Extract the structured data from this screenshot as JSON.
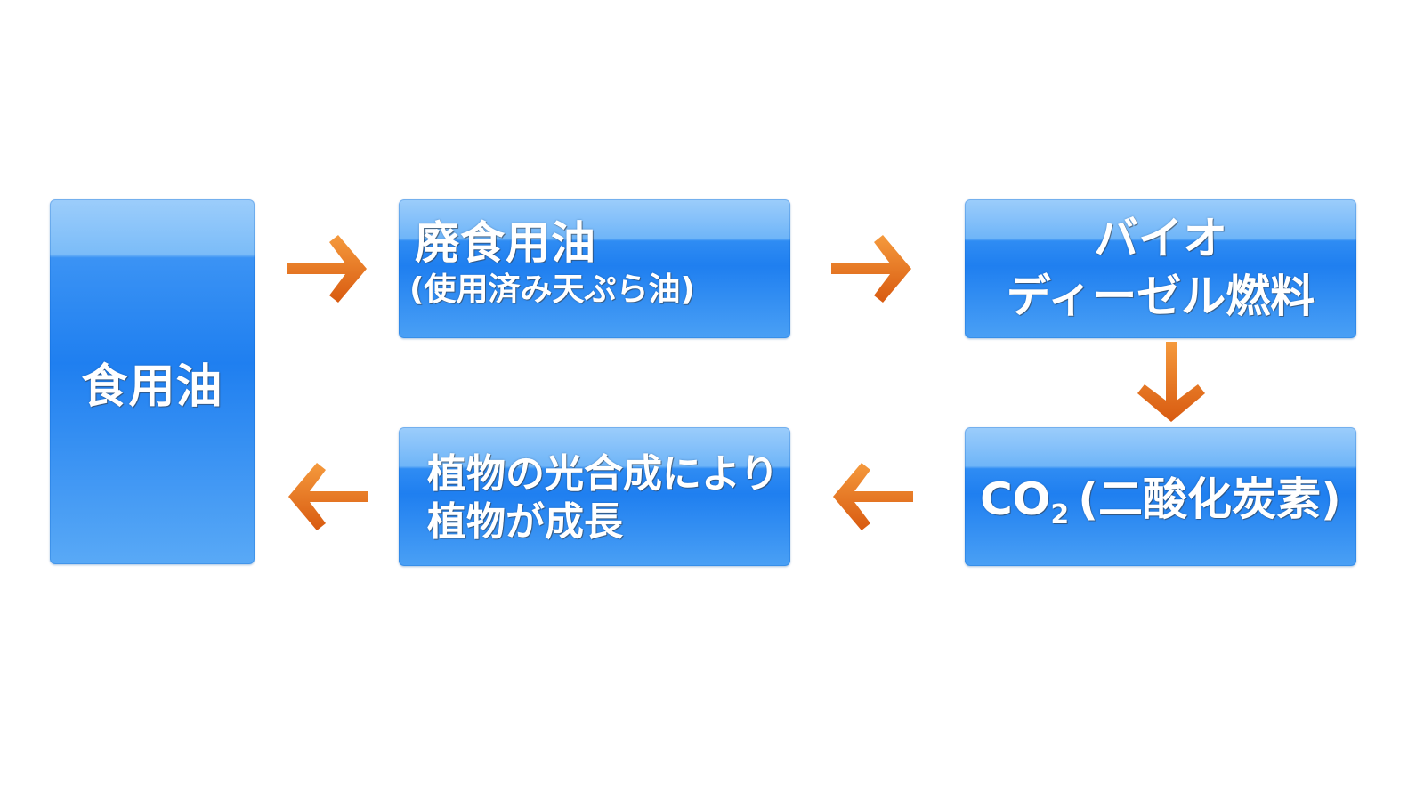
{
  "nodes": {
    "edible_oil": {
      "label": "食用油"
    },
    "waste_oil": {
      "line1": "廃食用油",
      "line2": "(使用済み天ぷら油)"
    },
    "biodiesel": {
      "line1": "バイオ",
      "line2": "ディーゼル燃料"
    },
    "co2": {
      "formula_main": "CO",
      "formula_sub": "2",
      "label": "(二酸化炭素)"
    },
    "photosynthesis": {
      "line1": "植物の光合成により",
      "line2": "植物が成長"
    }
  },
  "colors": {
    "box_blue": "#1f7ff0",
    "box_highlight": "#9ccdfb",
    "arrow_orange": "#f07a1a",
    "arrow_dark": "#c2410c",
    "text": "#ffffff"
  },
  "arrows": [
    {
      "from": "edible_oil",
      "to": "waste_oil",
      "direction": "right",
      "icon": "arrow-right-icon"
    },
    {
      "from": "waste_oil",
      "to": "biodiesel",
      "direction": "right",
      "icon": "arrow-right-icon"
    },
    {
      "from": "biodiesel",
      "to": "co2",
      "direction": "down",
      "icon": "arrow-down-icon"
    },
    {
      "from": "co2",
      "to": "photosynthesis",
      "direction": "left",
      "icon": "arrow-left-icon"
    },
    {
      "from": "photosynthesis",
      "to": "edible_oil",
      "direction": "left",
      "icon": "arrow-left-icon"
    }
  ]
}
